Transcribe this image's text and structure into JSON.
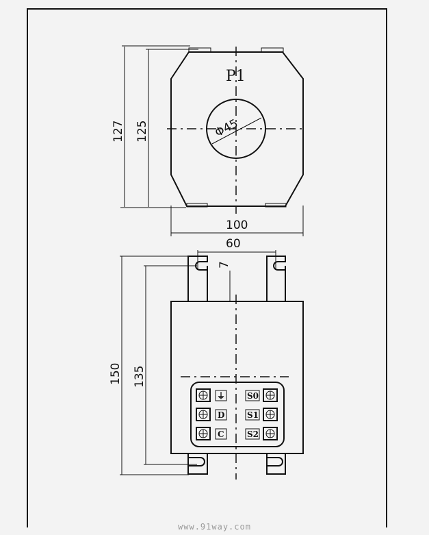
{
  "top_view": {
    "label": "P1",
    "hole_diameter": "Φ45",
    "dim_height_outer": "127",
    "dim_height_body": "125",
    "dim_width": "100"
  },
  "bottom_view": {
    "dim_mount_spacing": "60",
    "dim_slot": "7",
    "dim_height_outer": "150",
    "dim_height_mount": "135"
  },
  "terminals": {
    "ground": "⏚",
    "d": "D",
    "c": "C",
    "s0": "S0",
    "s1": "S1",
    "s2": "S2"
  },
  "watermark": "www.91way.com"
}
